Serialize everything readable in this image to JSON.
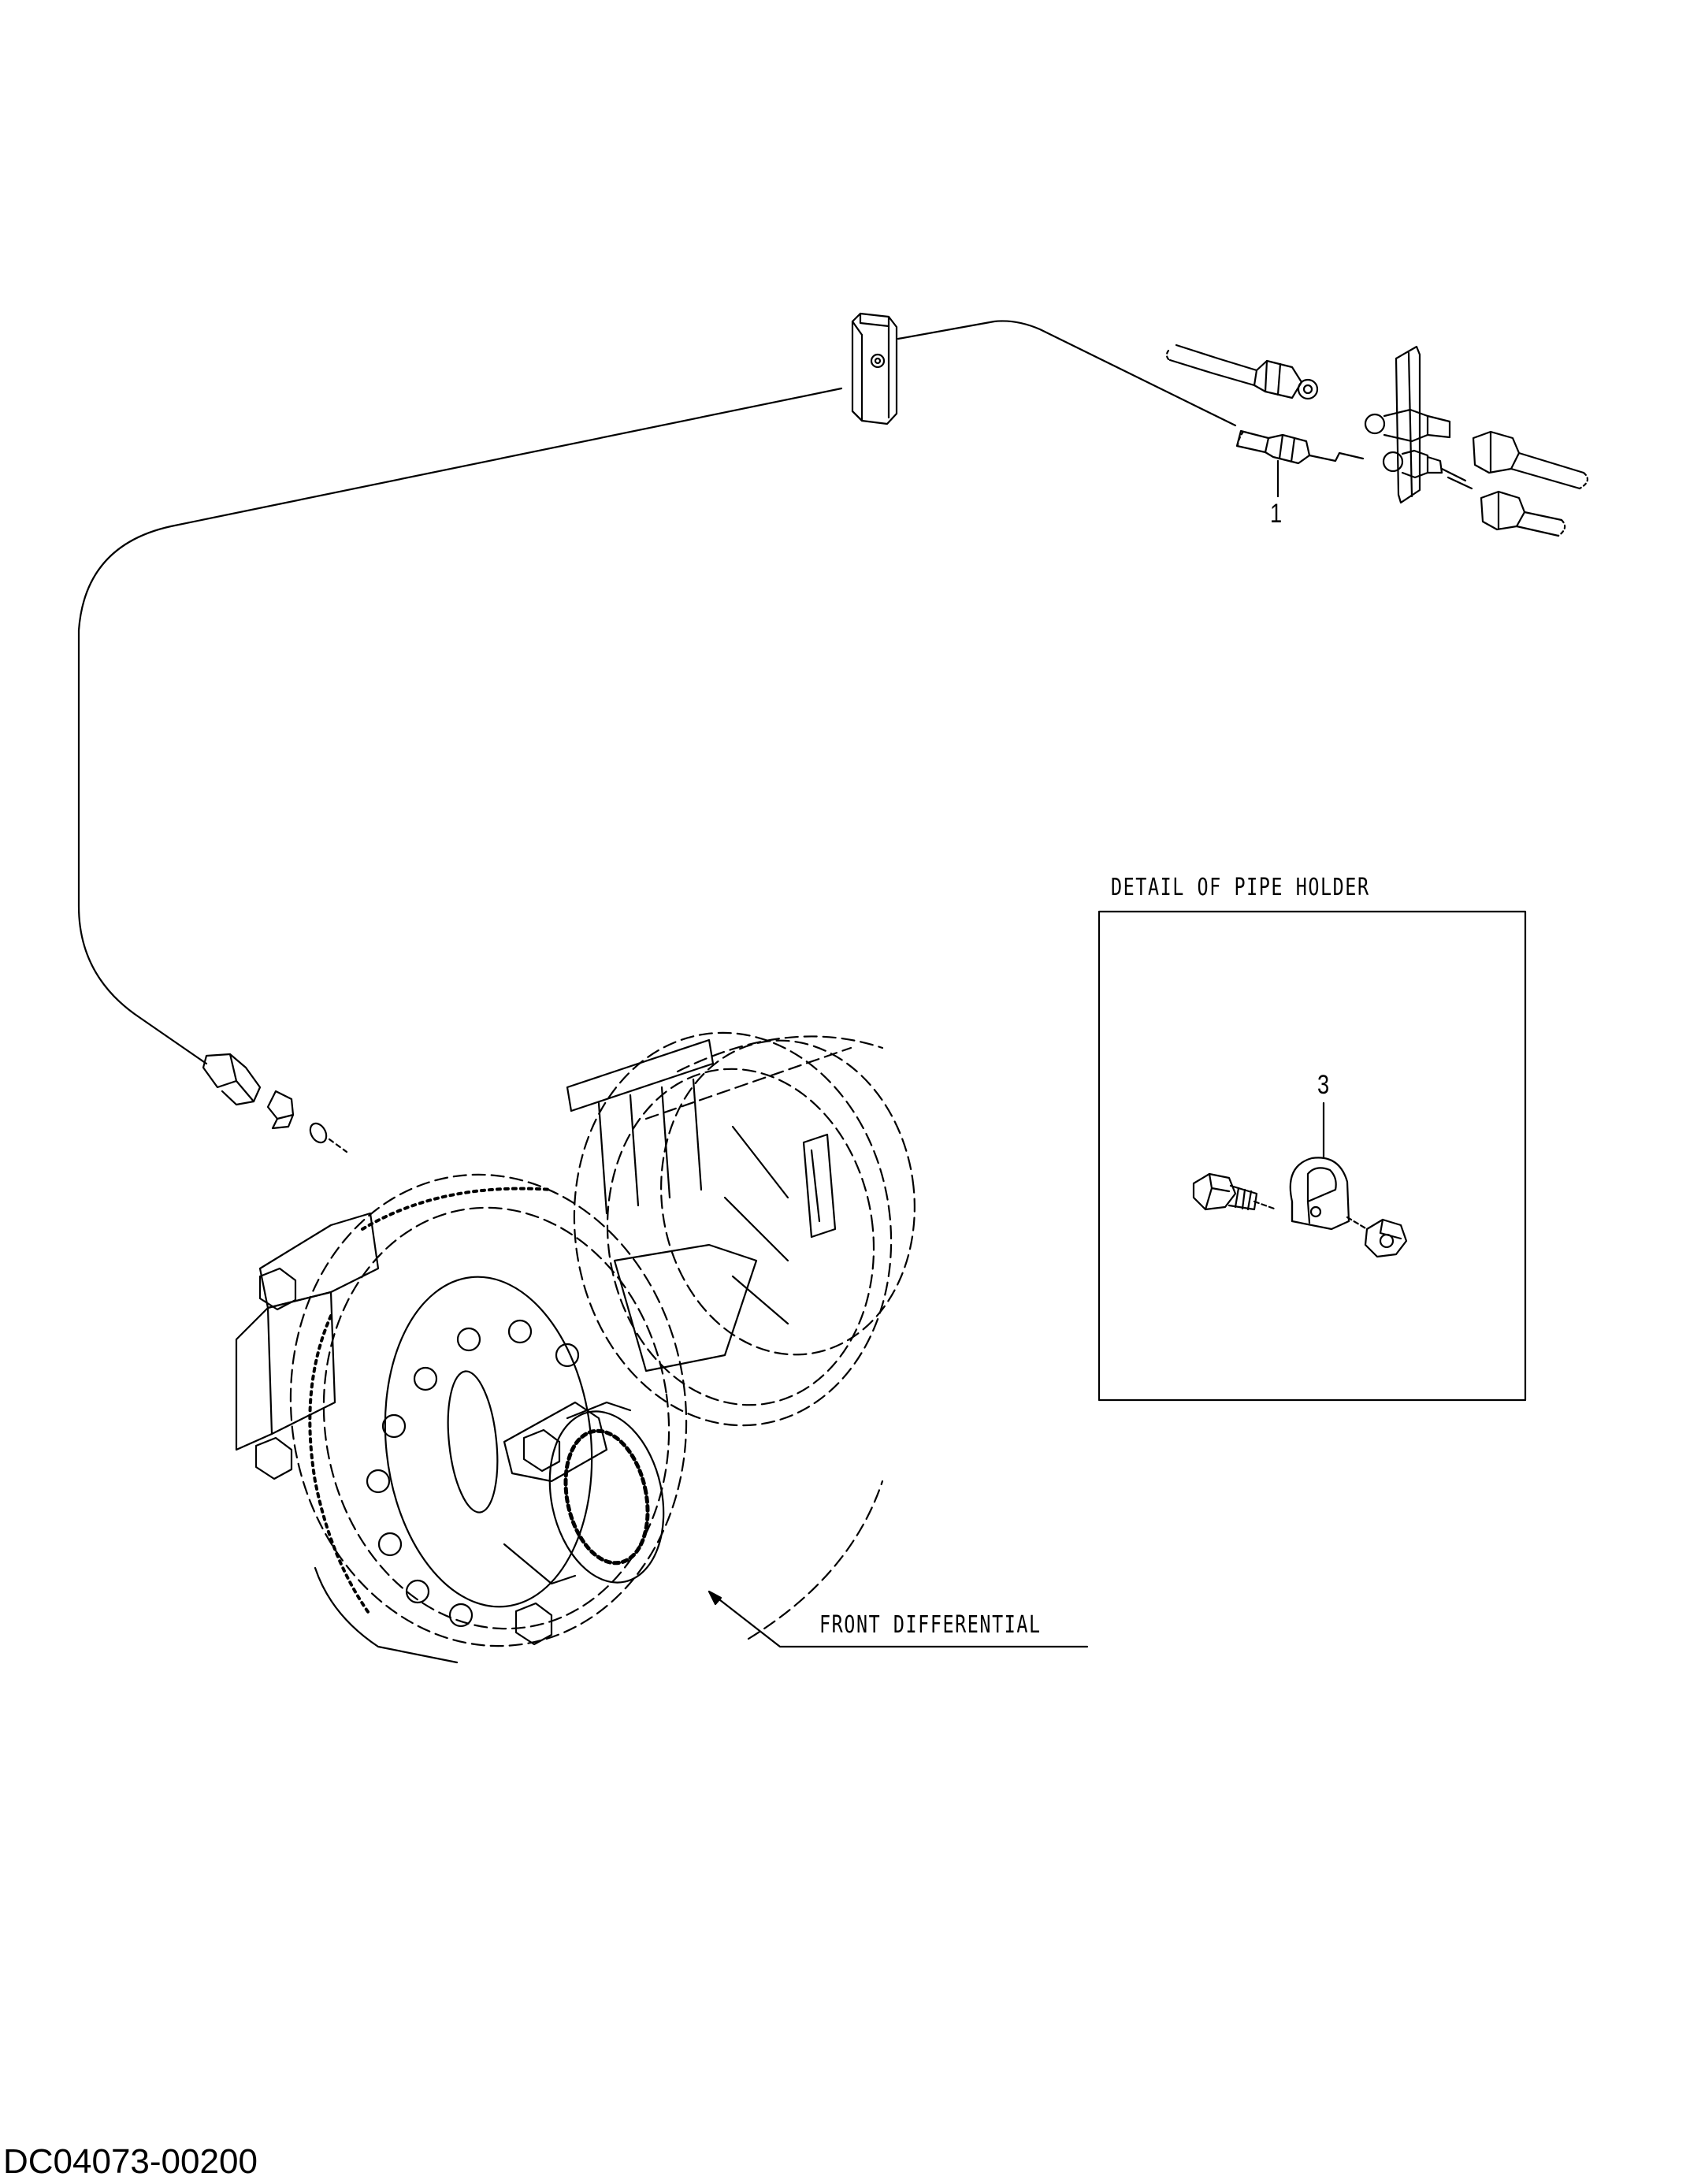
{
  "drawing": {
    "detail_title": "DETAIL OF PIPE HOLDER",
    "component_label": "FRONT DIFFERENTIAL",
    "drawing_number": "DC04073-00200"
  },
  "callouts": [
    {
      "number": "1"
    },
    {
      "number": "3"
    }
  ]
}
